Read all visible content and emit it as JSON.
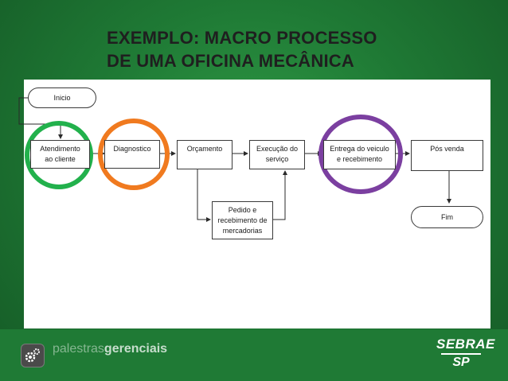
{
  "slide": {
    "title_line1": "EXEMPLO: MACRO PROCESSO",
    "title_line2": "DE UMA OFICINA MECÂNICA"
  },
  "diagram": {
    "start": "Inicio",
    "end": "Fim",
    "steps": [
      {
        "line1": "Atendimento",
        "line2": "ao cliente"
      },
      {
        "line1": "Diagnostico",
        "line2": ""
      },
      {
        "line1": "Orçamento",
        "line2": ""
      },
      {
        "line1": "Execução do",
        "line2": "serviço"
      },
      {
        "line1": "Entrega do veiculo",
        "line2": "e recebimento"
      },
      {
        "line1": "Pós venda",
        "line2": ""
      }
    ],
    "sub_step": {
      "line1": "Pedido e",
      "line2": "recebimento de",
      "line3": "mercadorias"
    },
    "highlight_colors": {
      "green": "#22b14c",
      "orange": "#f07a1f",
      "purple": "#7b3fa0"
    }
  },
  "footer": {
    "brand_light": "palestras",
    "brand_bold": "gerenciais",
    "logo_top": "SEBRAE",
    "logo_bottom": "SP"
  }
}
